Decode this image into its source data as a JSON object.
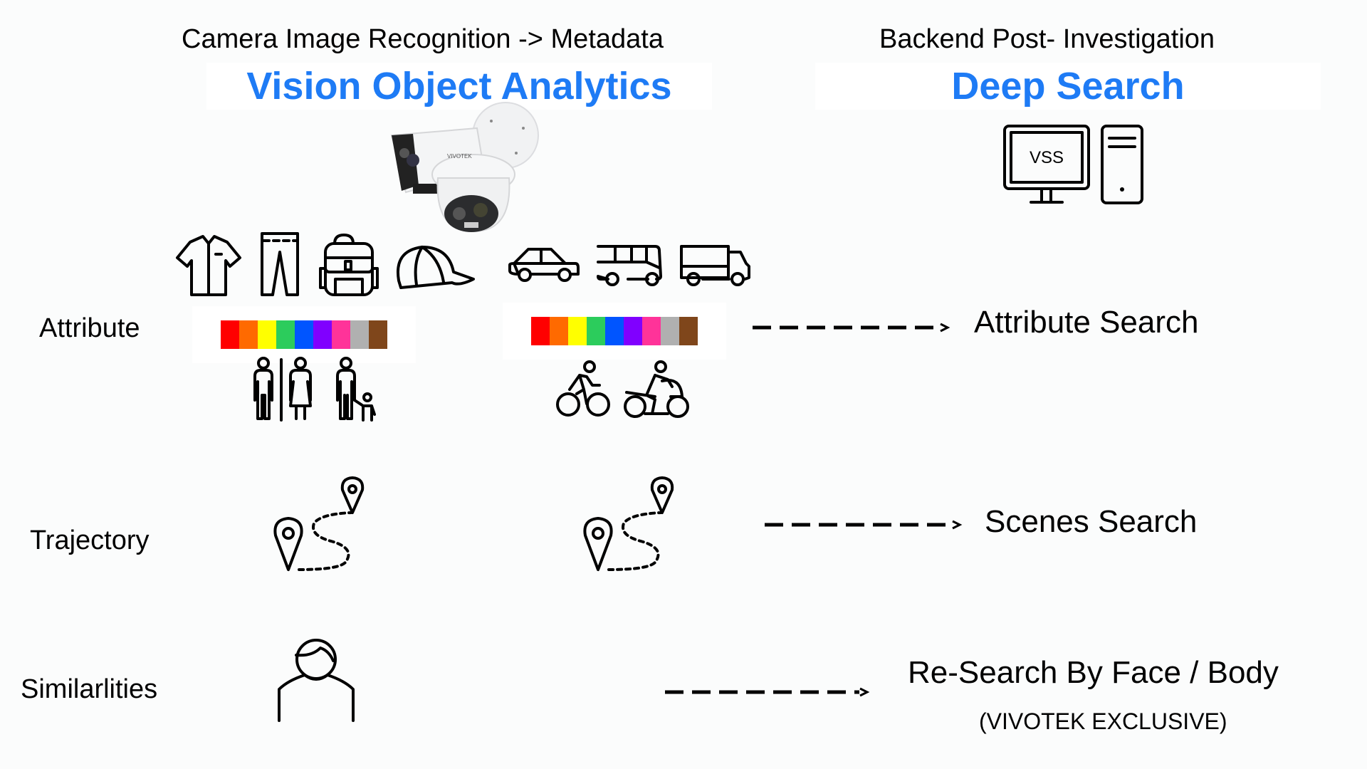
{
  "left_header": {
    "subtitle": "Camera Image Recognition -> Metadata",
    "title": "Vision Object Analytics"
  },
  "right_header": {
    "subtitle": "Backend Post- Investigation",
    "title": "Deep Search",
    "monitor_label": "VSS"
  },
  "camera_brand": "VIVOTEK",
  "rows": {
    "attribute": {
      "label": "Attribute",
      "result": "Attribute Search"
    },
    "trajectory": {
      "label": "Trajectory",
      "result": "Scenes Search"
    },
    "similarities": {
      "label": "Similarlities",
      "result": "Re-Search By Face / Body",
      "note": "(VIVOTEK EXCLUSIVE)"
    }
  },
  "icons": {
    "people_attributes": [
      "shirt-icon",
      "pants-icon",
      "backpack-icon",
      "cap-icon"
    ],
    "vehicle_attributes": [
      "car-icon",
      "bus-icon",
      "truck-icon"
    ],
    "people_types": [
      "man-icon",
      "woman-icon",
      "adult-with-child-icon"
    ],
    "two_wheelers": [
      "bicycle-icon",
      "motorcycle-icon"
    ]
  },
  "colors": {
    "accent": "#1e7bf5",
    "palette": [
      "#ff0000",
      "#ff6a00",
      "#ffff00",
      "#2ccc5c",
      "#0055ff",
      "#8000ff",
      "#ff3399",
      "#b0b0b0",
      "#7f461b"
    ]
  }
}
